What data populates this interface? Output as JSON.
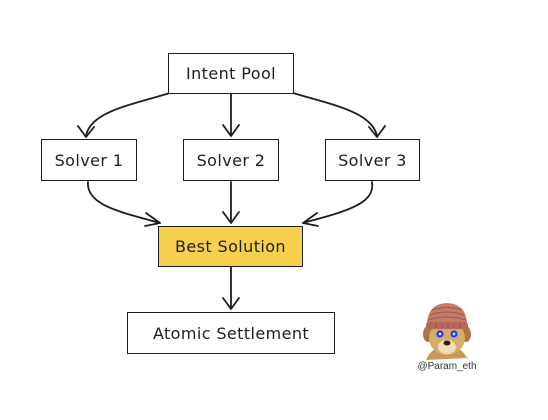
{
  "nodes": {
    "intent_pool": "Intent Pool",
    "solver_1": "Solver 1",
    "solver_2": "Solver 2",
    "solver_3": "Solver 3",
    "best_solution": "Best Solution",
    "atomic_settlement": "Atomic Settlement"
  },
  "watermark": {
    "handle": "@Param_eth",
    "avatar_icon": "dog-with-knit-hat-avatar"
  },
  "colors": {
    "stroke": "#1e1e1e",
    "highlight": "#f6d04d",
    "background": "#ffffff"
  }
}
